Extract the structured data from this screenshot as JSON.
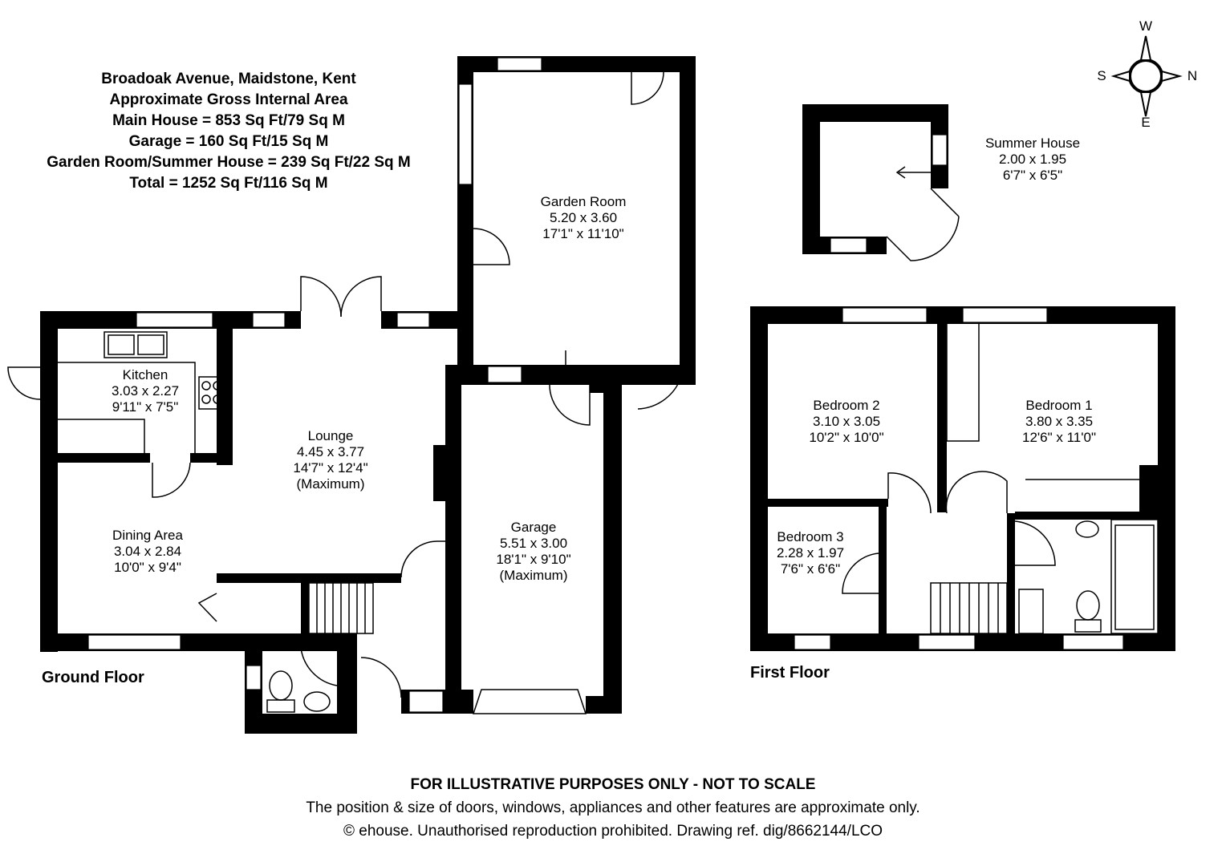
{
  "header": {
    "address": "Broadoak Avenue, Maidstone, Kent",
    "line1": "Approximate Gross Internal Area",
    "line2": "Main House = 853 Sq Ft/79 Sq M",
    "line3": "Garage = 160 Sq Ft/15 Sq M",
    "line4": "Garden Room/Summer House = 239 Sq Ft/22 Sq M",
    "line5": "Total = 1252 Sq Ft/116 Sq M"
  },
  "floors": {
    "ground": "Ground Floor",
    "first": "First Floor"
  },
  "rooms": {
    "garden_room": {
      "name": "Garden Room",
      "metric": "5.20 x 3.60",
      "imperial": "17'1\" x 11'10\""
    },
    "summer_house": {
      "name": "Summer House",
      "metric": "2.00 x 1.95",
      "imperial": "6'7\" x 6'5\""
    },
    "kitchen": {
      "name": "Kitchen",
      "metric": "3.03 x 2.27",
      "imperial": "9'11\" x 7'5\""
    },
    "lounge": {
      "name": "Lounge",
      "metric": "4.45 x 3.77",
      "imperial": "14'7\" x 12'4\"",
      "note": "(Maximum)"
    },
    "dining": {
      "name": "Dining Area",
      "metric": "3.04 x 2.84",
      "imperial": "10'0\" x 9'4\""
    },
    "garage": {
      "name": "Garage",
      "metric": "5.51 x 3.00",
      "imperial": "18'1\" x 9'10\"",
      "note": "(Maximum)"
    },
    "bedroom2": {
      "name": "Bedroom 2",
      "metric": "3.10 x 3.05",
      "imperial": "10'2\" x 10'0\""
    },
    "bedroom1": {
      "name": "Bedroom 1",
      "metric": "3.80 x 3.35",
      "imperial": "12'6\" x 11'0\""
    },
    "bedroom3": {
      "name": "Bedroom 3",
      "metric": "2.28 x 1.97",
      "imperial": "7'6\" x 6'6\""
    }
  },
  "compass": {
    "n": "N",
    "s": "S",
    "e": "E",
    "w": "W"
  },
  "footer": {
    "disclaimer": "FOR ILLUSTRATIVE PURPOSES ONLY - NOT TO SCALE",
    "note": "The position & size of doors, windows, appliances and other features are approximate only.",
    "copyright": "© ehouse. Unauthorised reproduction prohibited. Drawing ref. dig/8662144/LCO"
  }
}
